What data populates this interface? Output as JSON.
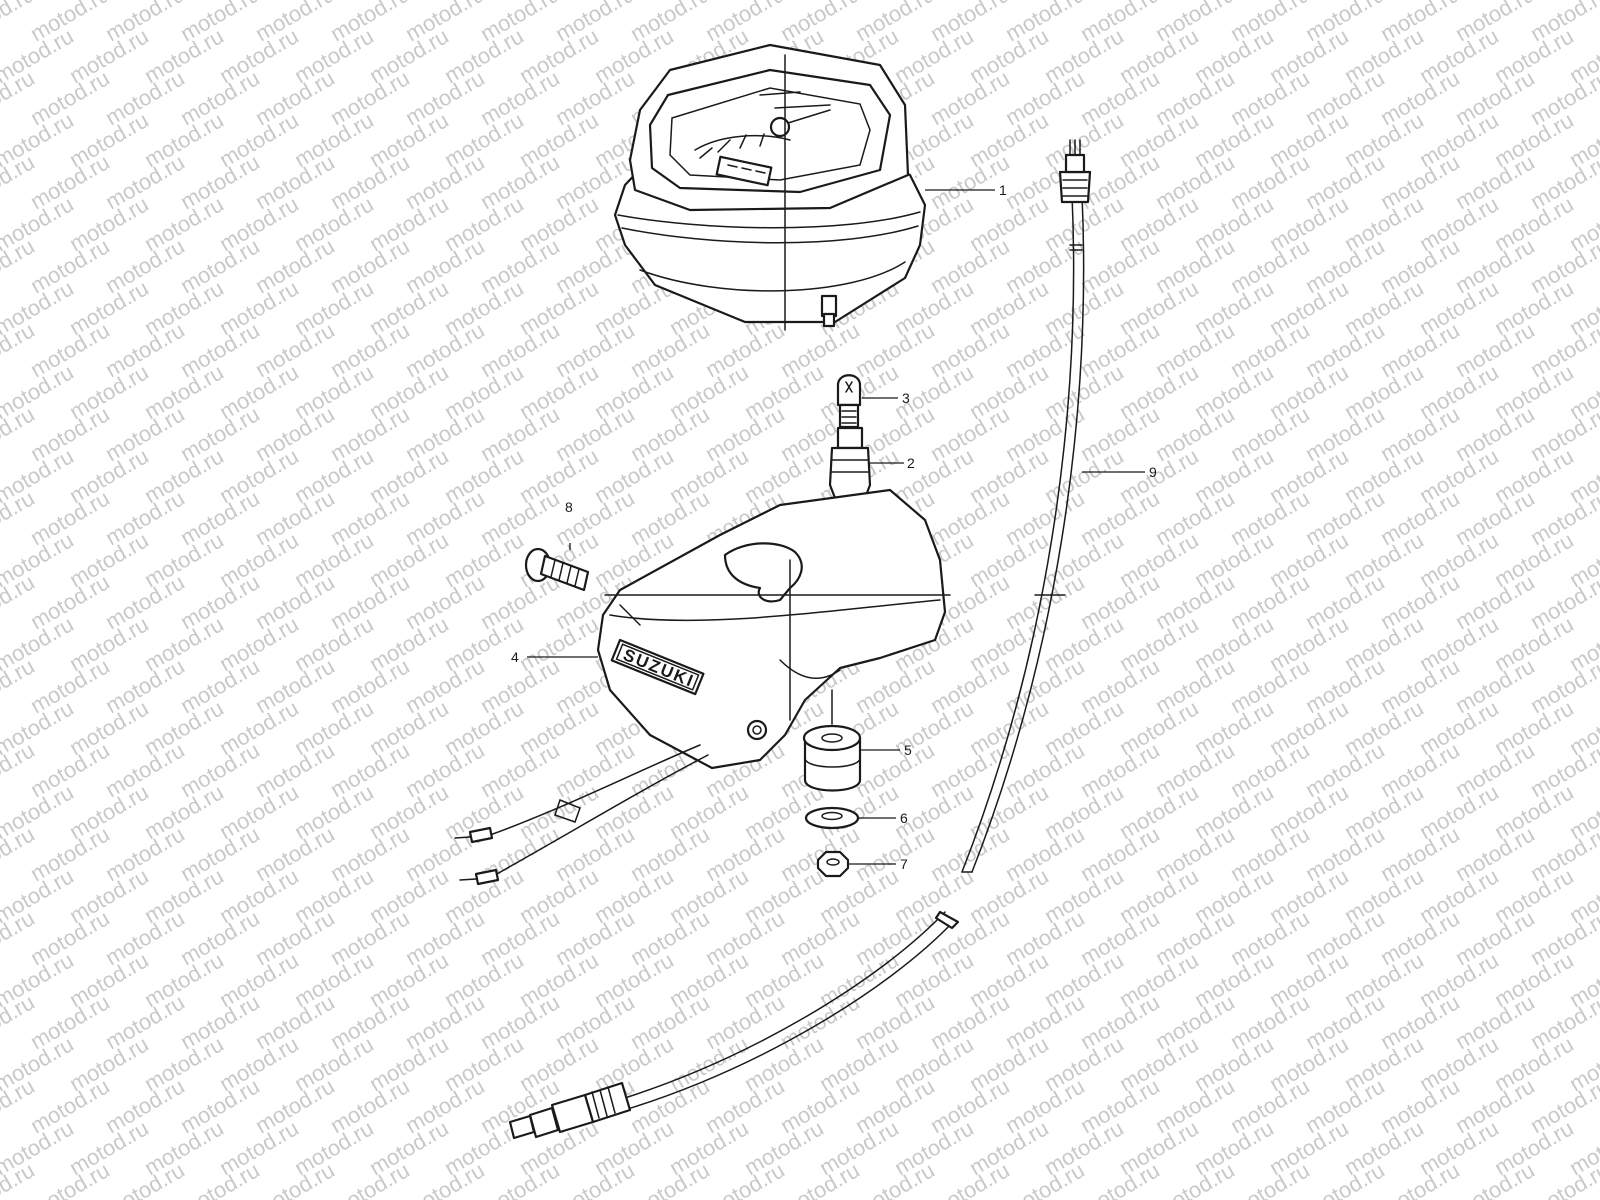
{
  "watermark": {
    "text": "motod.ru"
  },
  "brand_label": "SUZUKI",
  "callouts": [
    {
      "id": "meter-assembly",
      "number": "1"
    },
    {
      "id": "lamp-socket",
      "number": "2"
    },
    {
      "id": "bulb",
      "number": "3"
    },
    {
      "id": "meter-case",
      "number": "4"
    },
    {
      "id": "cushion",
      "number": "5"
    },
    {
      "id": "washer",
      "number": "6"
    },
    {
      "id": "nut",
      "number": "7"
    },
    {
      "id": "screw",
      "number": "8"
    },
    {
      "id": "cable",
      "number": "9"
    }
  ]
}
